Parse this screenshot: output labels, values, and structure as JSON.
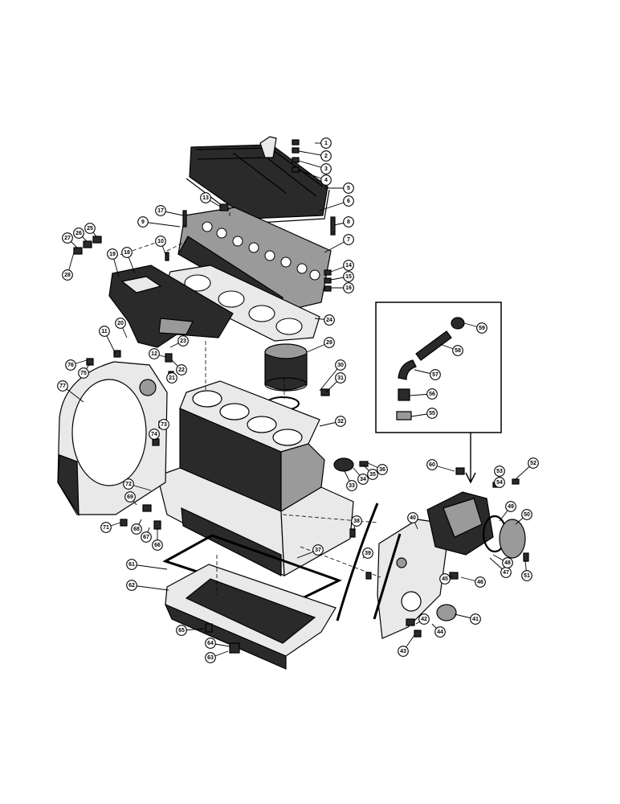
{
  "figure": {
    "callouts": [
      {
        "n": "1"
      },
      {
        "n": "2"
      },
      {
        "n": "3"
      },
      {
        "n": "4"
      },
      {
        "n": "5"
      },
      {
        "n": "6"
      },
      {
        "n": "7"
      },
      {
        "n": "8"
      },
      {
        "n": "9"
      },
      {
        "n": "10"
      },
      {
        "n": "11"
      },
      {
        "n": "12"
      },
      {
        "n": "13"
      },
      {
        "n": "14"
      },
      {
        "n": "15"
      },
      {
        "n": "16"
      },
      {
        "n": "17"
      },
      {
        "n": "18"
      },
      {
        "n": "19"
      },
      {
        "n": "20"
      },
      {
        "n": "21"
      },
      {
        "n": "22"
      },
      {
        "n": "23"
      },
      {
        "n": "24"
      },
      {
        "n": "25"
      },
      {
        "n": "26"
      },
      {
        "n": "27"
      },
      {
        "n": "28"
      },
      {
        "n": "29"
      },
      {
        "n": "30"
      },
      {
        "n": "31"
      },
      {
        "n": "32"
      },
      {
        "n": "33"
      },
      {
        "n": "34"
      },
      {
        "n": "35"
      },
      {
        "n": "36"
      },
      {
        "n": "37"
      },
      {
        "n": "38"
      },
      {
        "n": "39"
      },
      {
        "n": "40"
      },
      {
        "n": "41"
      },
      {
        "n": "42"
      },
      {
        "n": "43"
      },
      {
        "n": "44"
      },
      {
        "n": "45"
      },
      {
        "n": "46"
      },
      {
        "n": "47"
      },
      {
        "n": "48"
      },
      {
        "n": "49"
      },
      {
        "n": "50"
      },
      {
        "n": "51"
      },
      {
        "n": "52"
      },
      {
        "n": "53"
      },
      {
        "n": "54"
      },
      {
        "n": "55"
      },
      {
        "n": "56"
      },
      {
        "n": "57"
      },
      {
        "n": "58"
      },
      {
        "n": "59"
      },
      {
        "n": "60"
      },
      {
        "n": "61"
      },
      {
        "n": "62"
      },
      {
        "n": "63"
      },
      {
        "n": "64"
      },
      {
        "n": "65"
      },
      {
        "n": "66"
      },
      {
        "n": "67"
      },
      {
        "n": "68"
      },
      {
        "n": "69"
      },
      {
        "n": "71"
      },
      {
        "n": "72"
      },
      {
        "n": "73"
      },
      {
        "n": "74"
      },
      {
        "n": "75"
      },
      {
        "n": "76"
      },
      {
        "n": "77"
      }
    ]
  }
}
